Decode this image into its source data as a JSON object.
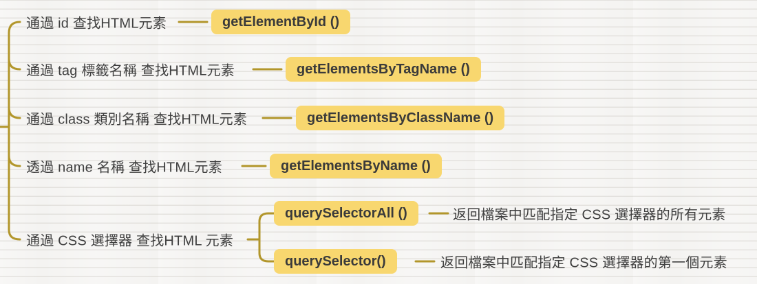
{
  "colors": {
    "branch": "#b2962b",
    "node_bg": "#f8d76f",
    "text": "#3f3f3f",
    "node_text": "#3a3a3a",
    "background": "#f4f3f1"
  },
  "mindmap": {
    "branches": [
      {
        "label": "通過 id 查找HTML元素",
        "method": "getElementById ()"
      },
      {
        "label": "通過 tag 標籤名稱 查找HTML元素",
        "method": "getElementsByTagName ()"
      },
      {
        "label": "通過 class 類別名稱 查找HTML元素",
        "method": "getElementsByClassName ()"
      },
      {
        "label": "透過 name 名稱 查找HTML元素",
        "method": "getElementsByName ()"
      },
      {
        "label": "通過 CSS 選擇器 查找HTML 元素",
        "children": [
          {
            "method": "querySelectorAll ()",
            "description": "返回檔案中匹配指定 CSS 選擇器的所有元素"
          },
          {
            "method": "querySelector()",
            "description": "返回檔案中匹配指定 CSS 選擇器的第一個元素"
          }
        ]
      }
    ]
  }
}
